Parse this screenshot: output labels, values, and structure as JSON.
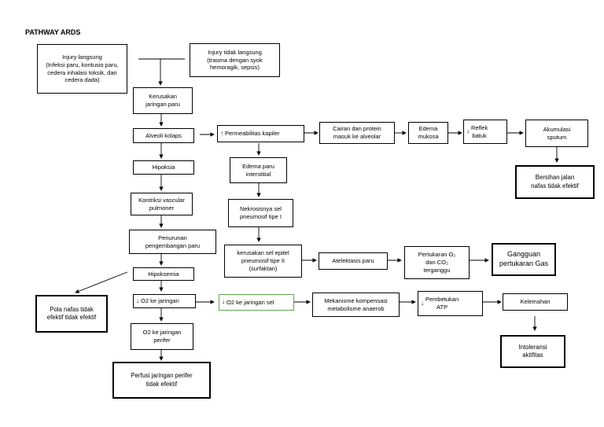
{
  "title": "PATHWAY ARDS",
  "nodes": {
    "injury_langsung": "Injury langsung\n(Infeksi paru, kontusio paru, cedera inhalasi toksik, dan cedera dada)",
    "injury_tidak_langsung": "Injury tidak langsung\n(trauma dengan syok hemoragik, sepsis)",
    "kerusakan_jaringan_paru": "Kerusakan\njaringan paru",
    "alveoli_kolaps": "Alveoli kolaps",
    "permeabilitas_kapiler": "Permeabilitas kapiler",
    "cairan_protein": "Cairan dan protein\nmasuk ke alveolar",
    "edema_mukosa": "Edema\nmukosa",
    "reflek_batuk": "Reflek\nbatuk",
    "akumulasi_sputum": "Akumulasi\nsputum",
    "bersihan_jalan_nafas": "Bersihan jalan\nnafas tidak efektif",
    "hipoksia": "Hipoksia",
    "edema_paru": "Edema paru\ninterstitial",
    "kontriksi_vascular": "Kontriksi vascular\npulmoner",
    "nekrosis": "Nekrosisnya sel\npneumosif tipe I",
    "penurunan_pengembangan": "Penurunan\npengembangan paru",
    "kerusakan_sel_epitel": "kerusakan sel epitel\npneumosif tipe II\n(surfaktan)",
    "atelektasis": "Atelektasis paru",
    "pertukaran_o2_co2": "Pertukaran O₂\ndan CO₂\nterganggu",
    "gangguan_pertukaran_gas": "Gangguan\npertukaran Gas",
    "hipoksemia": "Hipoksemia",
    "pola_nafas": "Pola nafas tidak\nefektif tidak efektif",
    "o2_jaringan": "O2 ke jaringan",
    "o2_jaringan_sel": "O2 ke jaringan sel",
    "mekanisme_kompensasi": "Mekanisme kompensasi\nmetabolisme anaerob",
    "pembetukan_atp": "Pembetukan\nATP",
    "kelemahan": "Kelemahan",
    "intoleransi_aktifitas": "Intoleransi\naktifitas",
    "o2_jaringan_perifer": "O2 ke jaringan\nperifer",
    "perfusi_jaringan": "Perfusi jaringan perifer\ntidak efektif"
  },
  "markers": {
    "down": "↓",
    "up": "↑"
  }
}
